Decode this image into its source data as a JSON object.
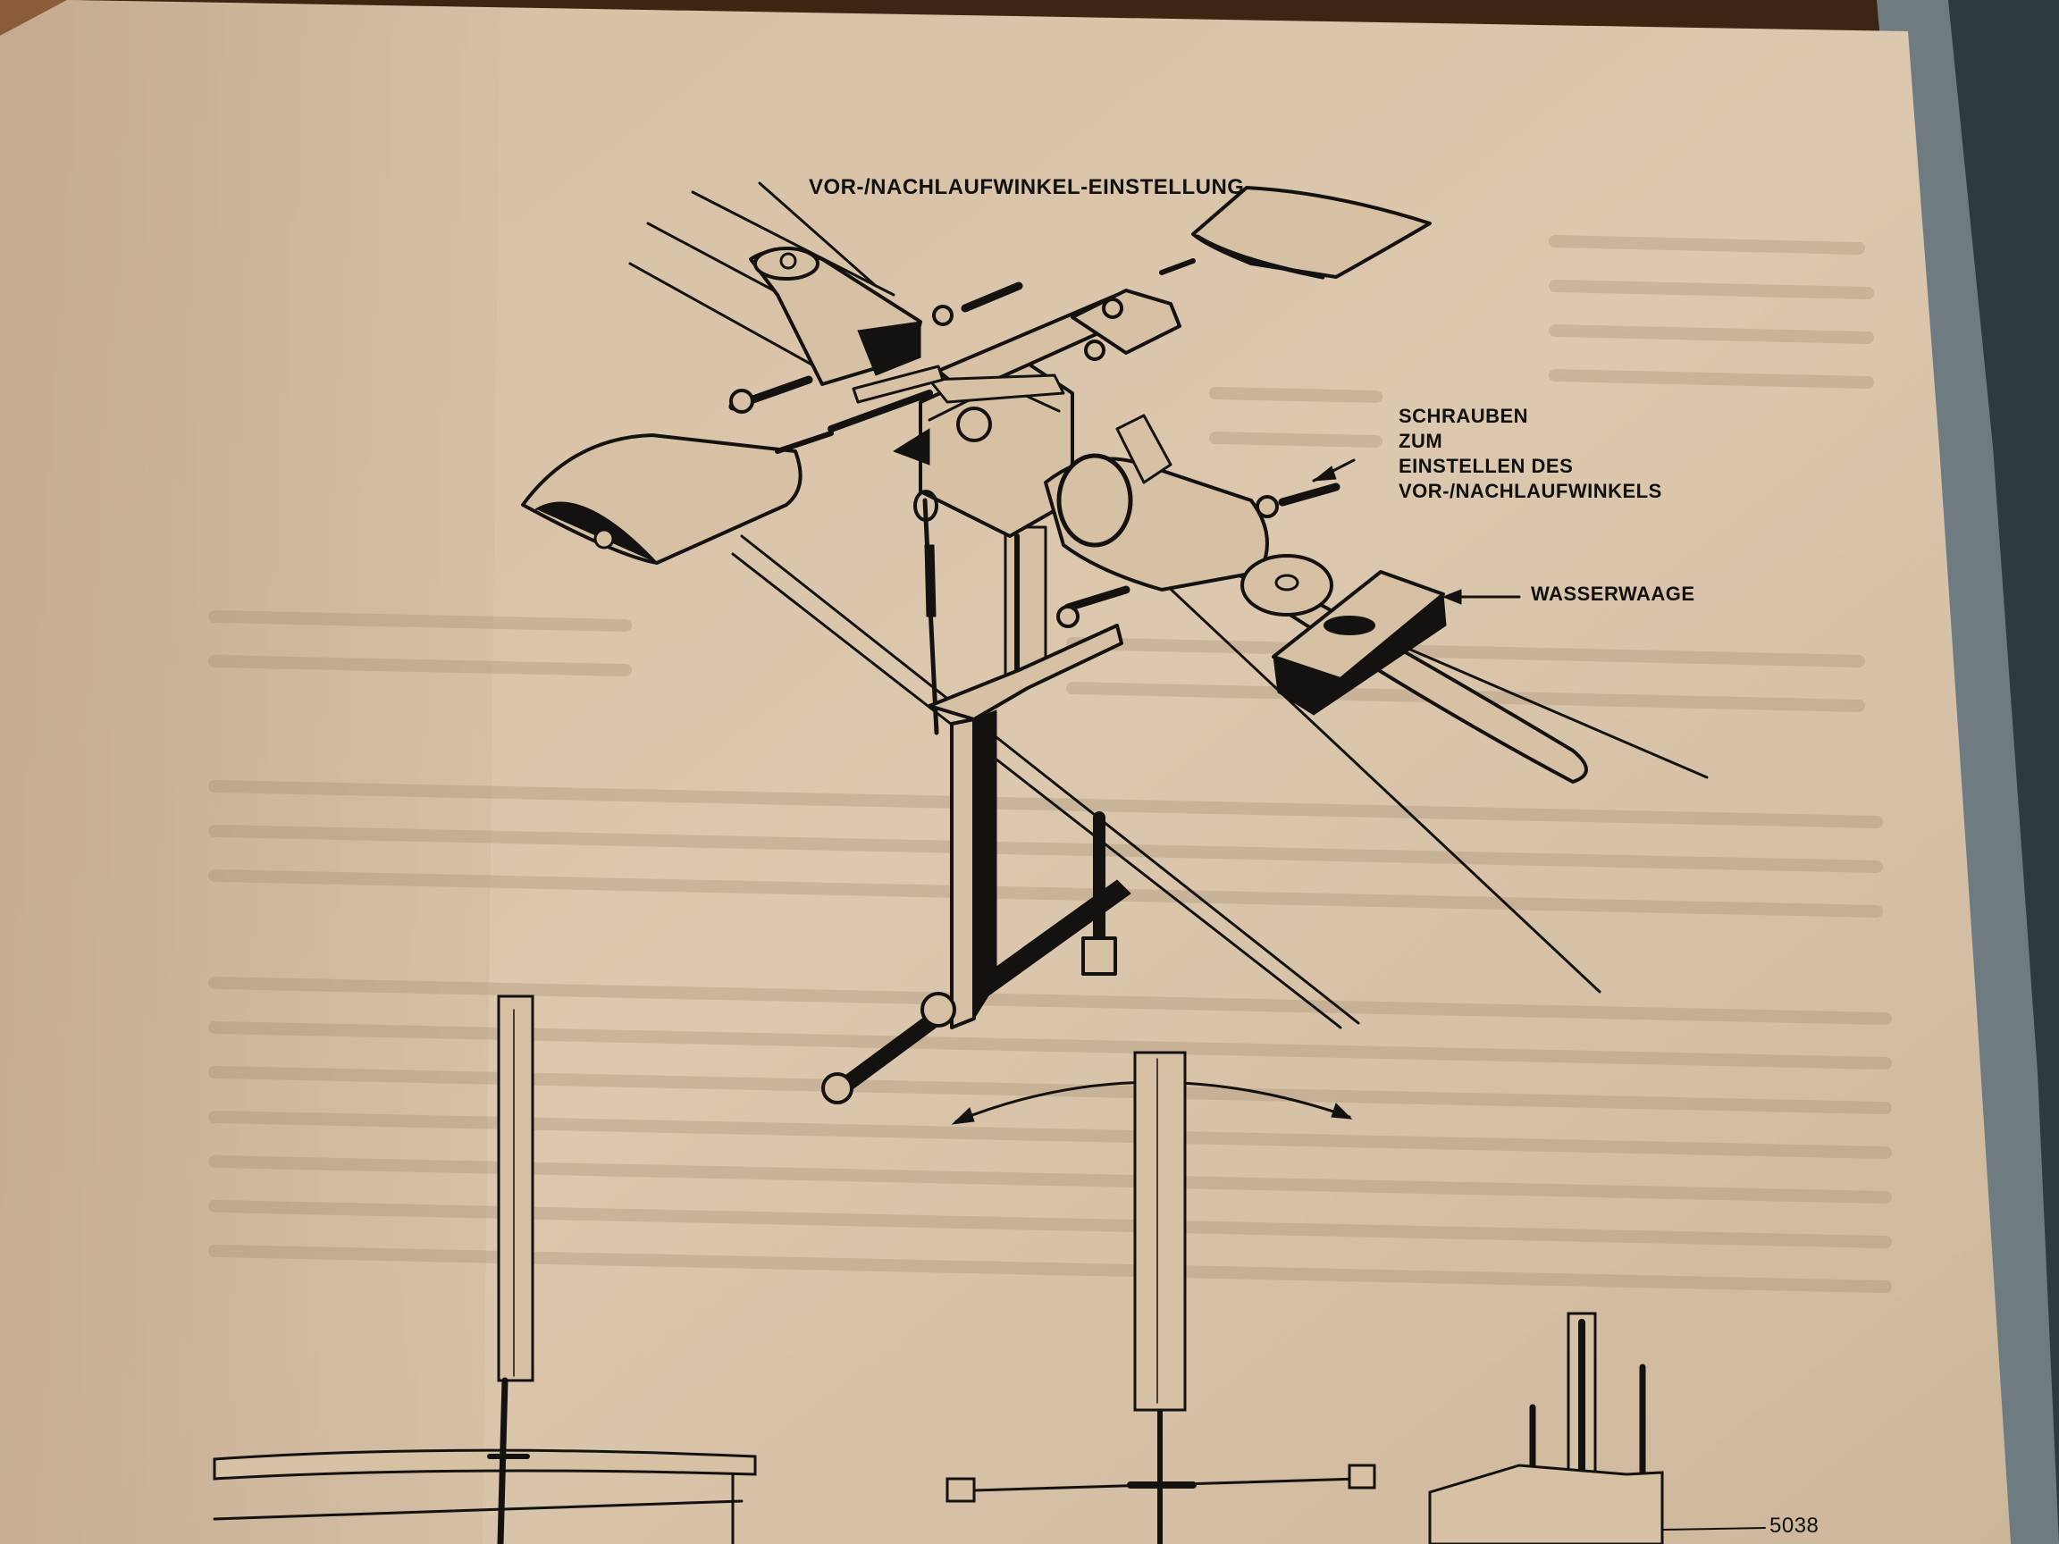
{
  "document": {
    "type": "scanned manual page with technical illustration",
    "labels": {
      "title": "VOR-/NACHLAUFWINKEL-EINSTELLUNG",
      "screws": [
        "SCHRAUBEN",
        "ZUM",
        "EINSTELLEN DES",
        "VOR-/NACHLAUFWINKELS"
      ],
      "spirit_level": "WASSERWAAGE"
    },
    "page_number": "5038"
  },
  "colors": {
    "paper": "#d8c3a8",
    "ink": "#141210",
    "background": "#4a2a14"
  }
}
